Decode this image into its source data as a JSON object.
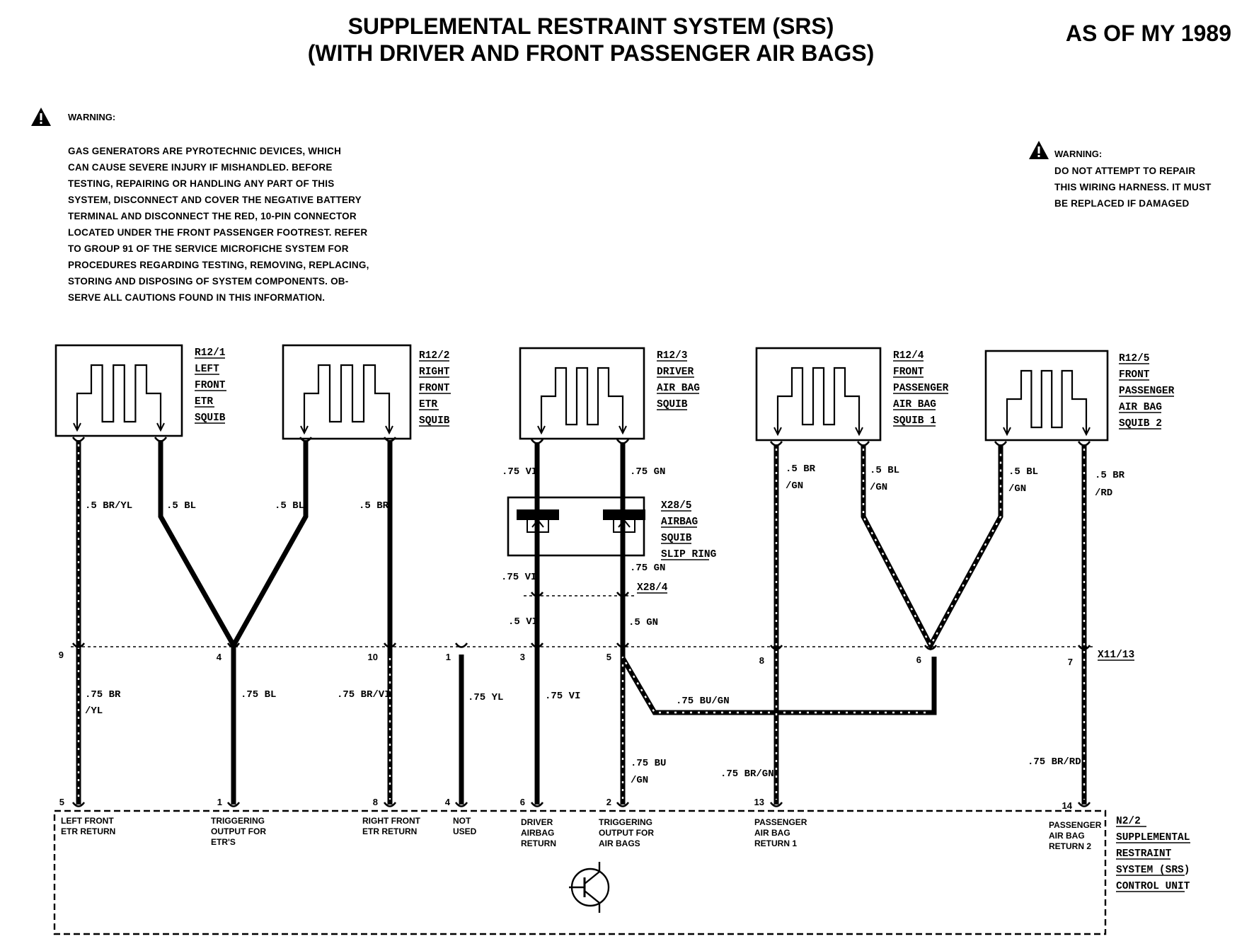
{
  "header": {
    "title_line1": "SUPPLEMENTAL RESTRAINT SYSTEM (SRS)",
    "title_line2": "(WITH DRIVER AND FRONT PASSENGER AIR BAGS)",
    "model_year": "AS OF MY 1989"
  },
  "warning_left": {
    "heading": "WARNING:",
    "lines": [
      "GAS GENERATORS ARE PYROTECHNIC DEVICES, WHICH",
      "CAN CAUSE SEVERE INJURY IF MISHANDLED. BEFORE",
      "TESTING, REPAIRING OR HANDLING ANY PART OF THIS",
      "SYSTEM, DISCONNECT AND COVER THE NEGATIVE BATTERY",
      "TERMINAL AND DISCONNECT THE RED, 10-PIN CONNECTOR",
      "LOCATED UNDER THE FRONT PASSENGER FOOTREST. REFER",
      "TO GROUP 91 OF THE SERVICE MICROFICHE SYSTEM FOR",
      "PROCEDURES REGARDING TESTING, REMOVING, REPLACING,",
      "STORING AND DISPOSING OF SYSTEM COMPONENTS. OB-",
      "SERVE ALL CAUTIONS FOUND IN THIS INFORMATION."
    ]
  },
  "warning_right": {
    "heading": "WARNING:",
    "lines": [
      "DO NOT ATTEMPT TO REPAIR",
      "THIS WIRING HARNESS. IT MUST",
      "BE REPLACED IF DAMAGED"
    ]
  },
  "components": {
    "r12_1": [
      "R12/1",
      "LEFT",
      "FRONT",
      "ETR",
      "SQUIB"
    ],
    "r12_2": [
      "R12/2",
      "RIGHT",
      "FRONT",
      "ETR",
      "SQUIB"
    ],
    "r12_3": [
      "R12/3",
      "DRIVER",
      "AIR BAG",
      "SQUIB"
    ],
    "r12_4": [
      "R12/4",
      "FRONT",
      "PASSENGER",
      "AIR BAG",
      "SQUIB 1"
    ],
    "r12_5": [
      "R12/5",
      "FRONT",
      "PASSENGER",
      "AIR BAG",
      "SQUIB 2"
    ],
    "x28_5": [
      "X28/5",
      "AIRBAG",
      "SQUIB",
      "SLIP RING"
    ],
    "x28_4": "X28/4",
    "x11_13": "X11/13",
    "n2_2": [
      "N2/2",
      "SUPPLEMENTAL",
      "RESTRAINT",
      "SYSTEM (SRS)",
      "CONTROL UNIT"
    ]
  },
  "wires": {
    "w1": ".5 BR/YL",
    "w2": ".5 BL",
    "w3": ".5 BL",
    "w4": ".5 BR",
    "w5": ".75 VI",
    "w6": ".75 GN",
    "w7": ".75 VI",
    "w8": ".75 GN",
    "w9": ".5 VI",
    "w10": ".5 GN",
    "w11a": ".5 BR",
    "w11b": "/GN",
    "w12a": ".5 BL",
    "w12b": "/GN",
    "w13a": ".5 BL",
    "w13b": "/GN",
    "w14a": ".5 BR",
    "w14b": "/RD",
    "w15a": ".75 BR",
    "w15b": "/YL",
    "w16": ".75 BL",
    "w17": ".75 BR/VI",
    "w18": ".75 YL",
    "w19": ".75 VI",
    "w20": ".75 BU/GN",
    "w21a": ".75 BU",
    "w21b": "/GN",
    "w22": ".75 BR/GN",
    "w23": ".75 BR/RD"
  },
  "connector_pins": {
    "p9": "9",
    "p4": "4",
    "p10": "10",
    "p1": "1",
    "p3": "3",
    "p5": "5",
    "p8": "8",
    "p6": "6",
    "p7": "7"
  },
  "ecu_pins": {
    "p5": "5",
    "p1": "1",
    "p8": "8",
    "p4": "4",
    "p6": "6",
    "p2": "2",
    "p13": "13",
    "p14": "14"
  },
  "ecu_terminals": {
    "t1": [
      "LEFT FRONT",
      "ETR RETURN"
    ],
    "t2": [
      "TRIGGERING",
      "OUTPUT FOR",
      "ETR'S"
    ],
    "t3": [
      "RIGHT FRONT",
      "ETR RETURN"
    ],
    "t4": [
      "NOT",
      "USED"
    ],
    "t5": [
      "DRIVER",
      "AIRBAG",
      "RETURN"
    ],
    "t6": [
      "TRIGGERING",
      "OUTPUT FOR",
      "AIR BAGS"
    ],
    "t7": [
      "PASSENGER",
      "AIR BAG",
      "RETURN 1"
    ],
    "t8": [
      "PASSENGER",
      "AIR BAG",
      "RETURN 2"
    ]
  }
}
